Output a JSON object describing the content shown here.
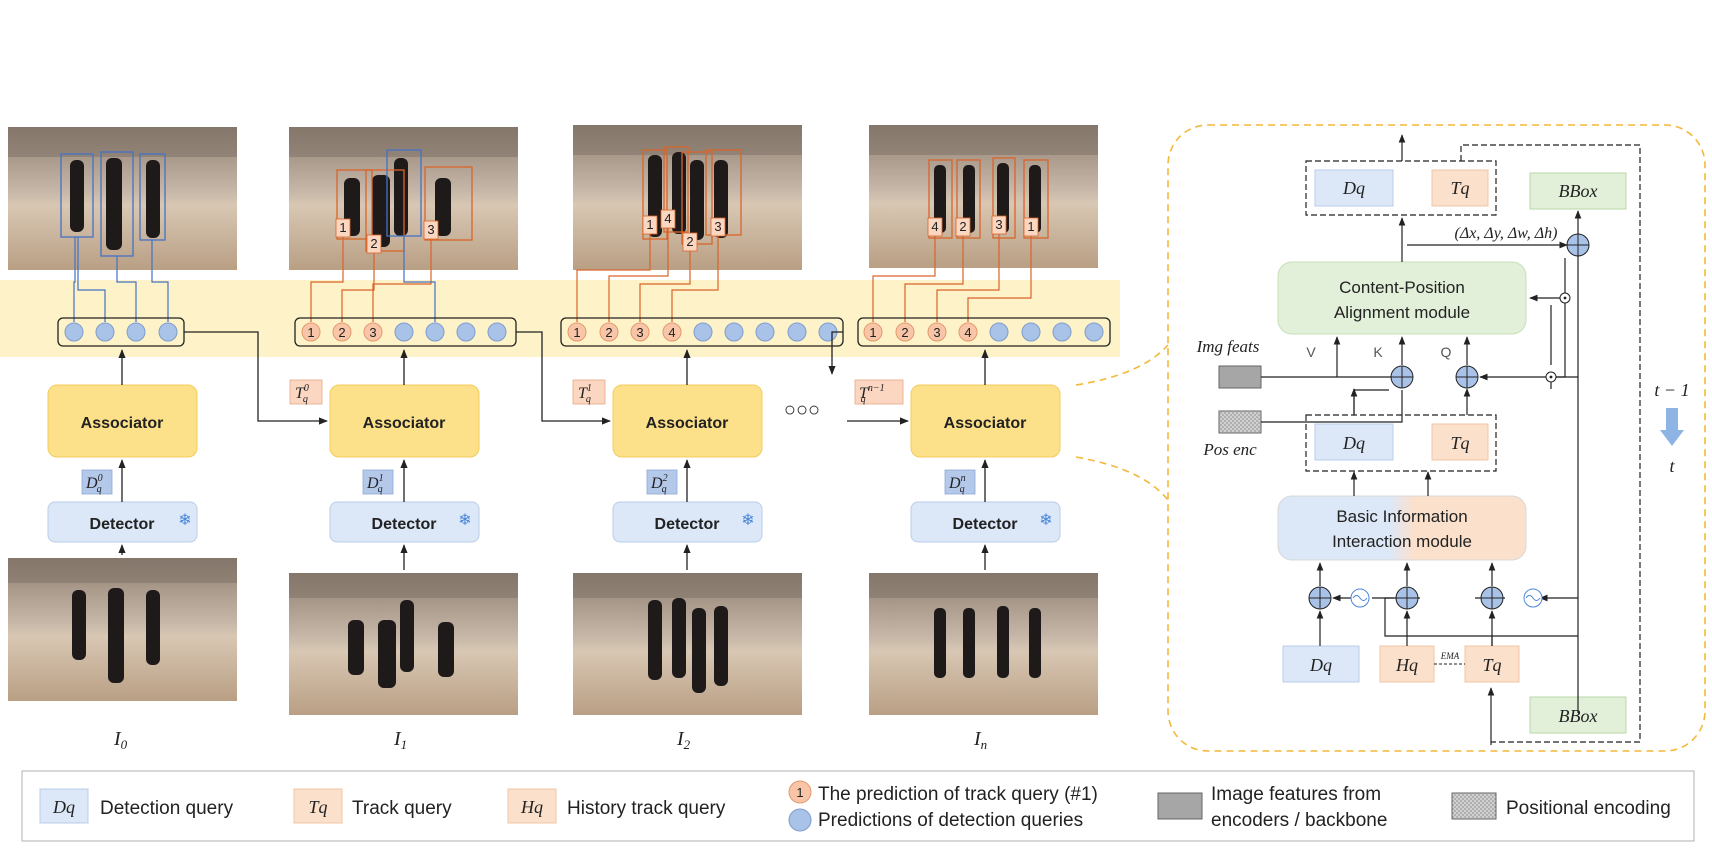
{
  "frames": [
    {
      "image_label": "I",
      "image_sub": "0",
      "detector": "Detector",
      "associator": "Associator",
      "det_query_base": "D",
      "det_query_sub": "q",
      "det_query_sup": "0",
      "queries": [
        "",
        "",
        "",
        ""
      ]
    },
    {
      "image_label": "I",
      "image_sub": "1",
      "detector": "Detector",
      "associator": "Associator",
      "det_query_base": "D",
      "det_query_sub": "q",
      "det_query_sup": "1",
      "track_query_base": "T",
      "track_query_sub": "q",
      "track_query_sup": "0",
      "queries": [
        "1",
        "2",
        "3",
        "",
        "",
        "",
        ""
      ]
    },
    {
      "image_label": "I",
      "image_sub": "2",
      "detector": "Detector",
      "associator": "Associator",
      "det_query_base": "D",
      "det_query_sub": "q",
      "det_query_sup": "2",
      "track_query_base": "T",
      "track_query_sub": "q",
      "track_query_sup": "1",
      "queries": [
        "1",
        "2",
        "3",
        "4",
        "",
        "",
        "",
        ""
      ]
    },
    {
      "image_label": "I",
      "image_sub": "n",
      "detector": "Detector",
      "associator": "Associator",
      "det_query_base": "D",
      "det_query_sub": "q",
      "det_query_sup": "n",
      "track_query_base": "T",
      "track_query_sub": "q",
      "track_query_sup": "n−1",
      "queries": [
        "1",
        "2",
        "3",
        "4",
        "",
        "",
        "",
        ""
      ]
    }
  ],
  "box_numbers": {
    "frame1": [
      "1",
      "2",
      "3"
    ],
    "frame2": [
      "1",
      "4",
      "2",
      "3"
    ],
    "frame3": [
      "4",
      "2",
      "3",
      "1"
    ]
  },
  "ellipsis": "○○○",
  "detail": {
    "top_dq": "Dq",
    "top_tq": "Tq",
    "top_bbox": "BBox",
    "delta": "(Δx, Δy, Δw, Δh)",
    "cpa_line1": "Content-Position",
    "cpa_line2": "Alignment module",
    "img_feats": "Img feats",
    "pos_enc": "Pos enc",
    "v": "V",
    "k": "K",
    "q": "Q",
    "mid_dq": "Dq",
    "mid_tq": "Tq",
    "bii_line1": "Basic Information",
    "bii_line2": "Interaction module",
    "in_dq": "Dq",
    "in_hq": "Hq",
    "in_tq": "Tq",
    "ema": "EMA",
    "in_bbox": "BBox",
    "t_prev": "t − 1",
    "t_cur": "t"
  },
  "legend": [
    {
      "symbol": "Dq",
      "text": "Detection query"
    },
    {
      "symbol": "Tq",
      "text": "Track query"
    },
    {
      "symbol": "Hq",
      "text": "History track query"
    },
    {
      "symbol": "1",
      "text": "The prediction of track query (#1)"
    },
    {
      "symbol": "",
      "text": "Predictions of detection queries"
    },
    {
      "symbol": "",
      "text": "Image features from"
    },
    {
      "symbol": "",
      "text": "encoders / backbone"
    },
    {
      "symbol": "",
      "text": "Positional encoding"
    }
  ],
  "colors": {
    "associator": "#fde18a",
    "detector": "#dce8f7",
    "det_circle": "#a9c2e8",
    "track_circle": "#f8c5a8",
    "track_label": "#fbd6c0",
    "det_label": "#b4c8ea",
    "band": "#fdf2c8",
    "green": "#e2f0d9",
    "dashed_orange": "#f4b83a",
    "box_blue": "#4472c4",
    "box_orange": "#d9642a"
  }
}
